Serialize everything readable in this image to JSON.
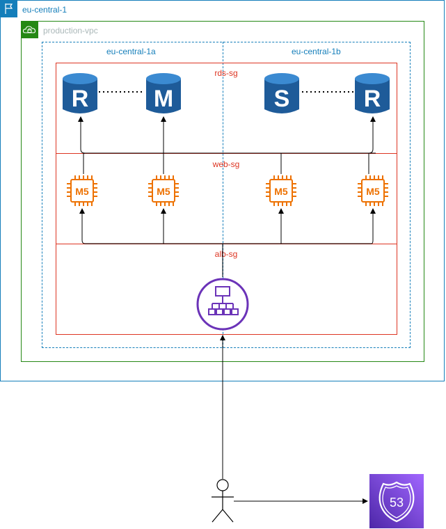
{
  "region": {
    "label": "eu-central-1",
    "color": "#147eba",
    "icon": "flag-icon"
  },
  "vpc": {
    "label": "production-vpc",
    "color": "#248814",
    "icon": "cloud-lock-icon"
  },
  "zones": [
    {
      "label": "eu-central-1a"
    },
    {
      "label": "eu-central-1b"
    }
  ],
  "security_groups": {
    "rds": {
      "label": "rds-sg"
    },
    "web": {
      "label": "web-sg"
    },
    "alb": {
      "label": "alb-sg"
    }
  },
  "databases": [
    {
      "letter": "R",
      "icon": "rds-replica-icon"
    },
    {
      "letter": "M",
      "icon": "rds-master-icon"
    },
    {
      "letter": "S",
      "icon": "rds-standby-icon"
    },
    {
      "letter": "R",
      "icon": "rds-replica-icon"
    }
  ],
  "instances": [
    {
      "label": "M5",
      "icon": "ec2-instance-icon"
    },
    {
      "label": "M5",
      "icon": "ec2-instance-icon"
    },
    {
      "label": "M5",
      "icon": "ec2-instance-icon"
    },
    {
      "label": "M5",
      "icon": "ec2-instance-icon"
    }
  ],
  "load_balancer": {
    "icon": "load-balancer-icon"
  },
  "user": {
    "icon": "user-icon"
  },
  "dns": {
    "label": "53",
    "icon": "route53-icon"
  },
  "colors": {
    "ec2": "#ed7100",
    "rds_dark": "#1e5b99",
    "rds_light": "#3b8ad1",
    "alb": "#6b33b8",
    "route53": "#7b3fd0",
    "sg": "#dd3522"
  }
}
